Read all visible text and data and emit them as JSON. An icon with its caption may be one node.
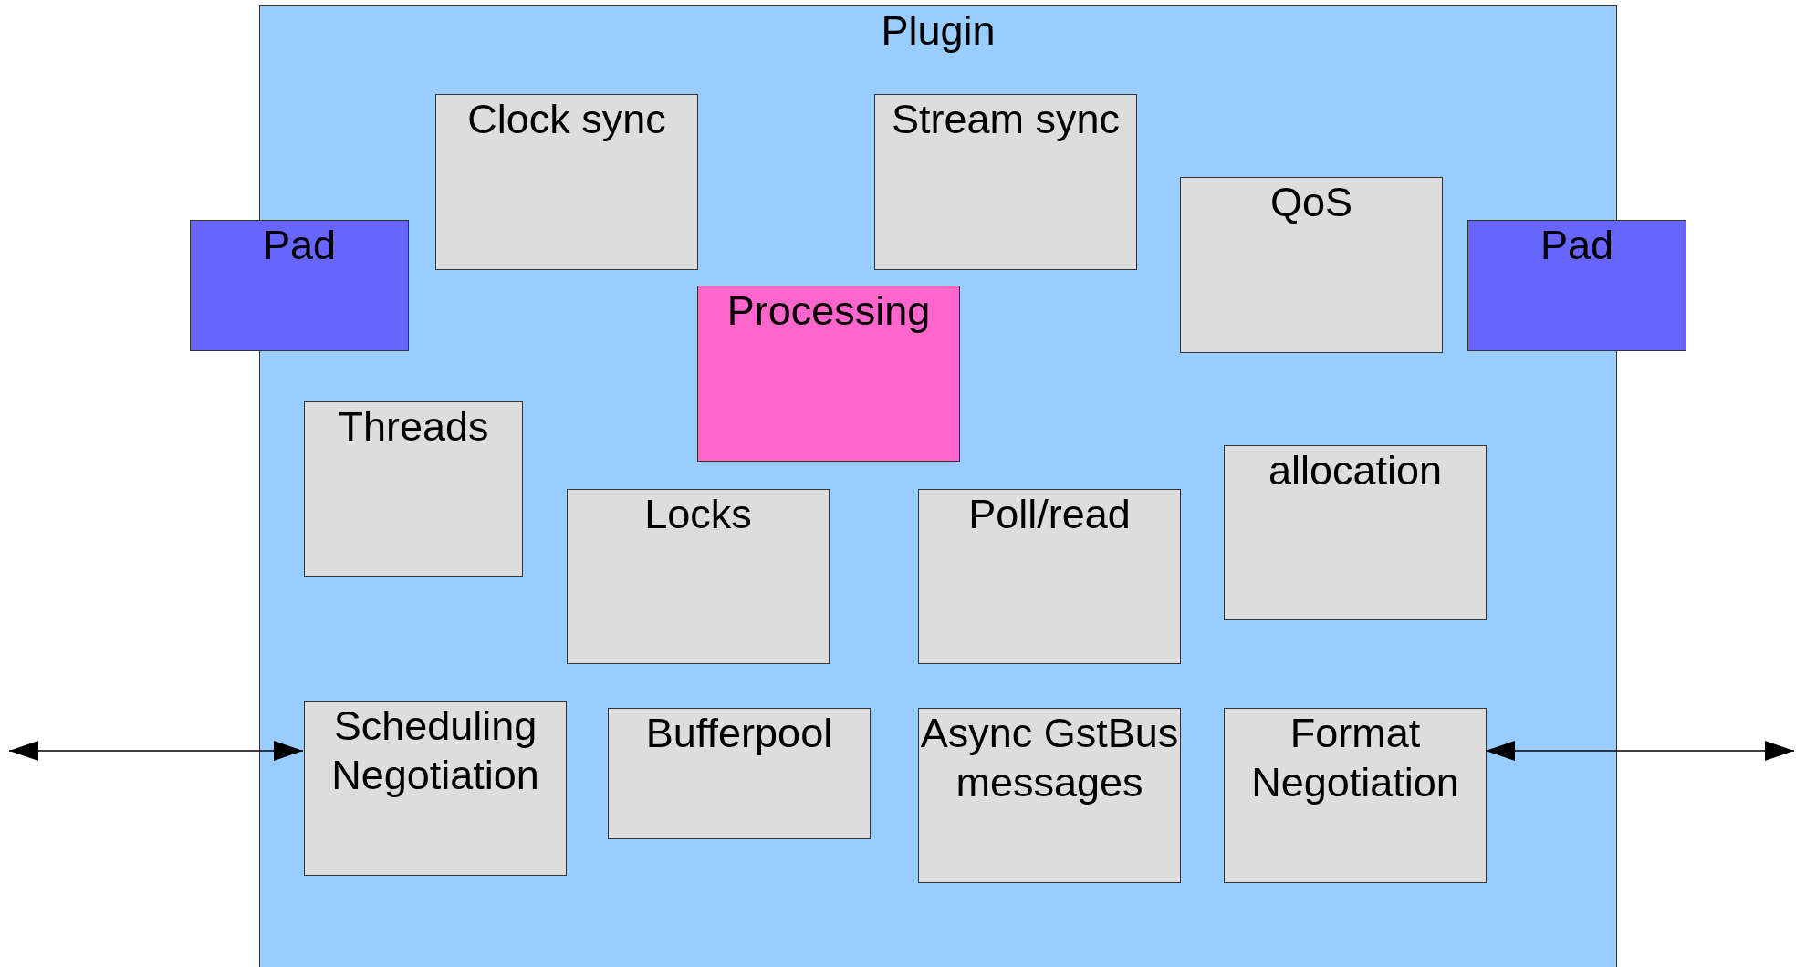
{
  "diagram": {
    "nodes": [
      {
        "text": [
          "Plugin"
        ]
      },
      {
        "text": [
          "Clock sync"
        ],
        "in": 0
      },
      {
        "text": [
          "Stream sync"
        ],
        "in": 0
      },
      {
        "text": [
          "QoS"
        ],
        "in": 0
      },
      {
        "text": [
          "Pad"
        ]
      },
      {
        "text": [
          "Pad"
        ]
      },
      {
        "text": [
          "Processing"
        ],
        "in": 0
      },
      {
        "text": [
          "Threads"
        ],
        "in": 0
      },
      {
        "text": [
          "allocation"
        ],
        "in": 0
      },
      {
        "text": [
          "Locks"
        ],
        "in": 0
      },
      {
        "text": [
          "Poll/read"
        ],
        "in": 0
      },
      {
        "text": [
          "Scheduling Negotiation"
        ],
        "in": 0
      },
      {
        "text": [
          "Bufferpool"
        ],
        "in": 0
      },
      {
        "text": [
          "Async GstBus messages"
        ],
        "in": 0
      },
      {
        "text": [
          "Format Negotiation"
        ],
        "in": 0
      }
    ],
    "edges": [
      {
        "from": null,
        "to": 11,
        "arrow": "both"
      },
      {
        "from": 14,
        "to": null,
        "arrow": "both"
      }
    ]
  }
}
